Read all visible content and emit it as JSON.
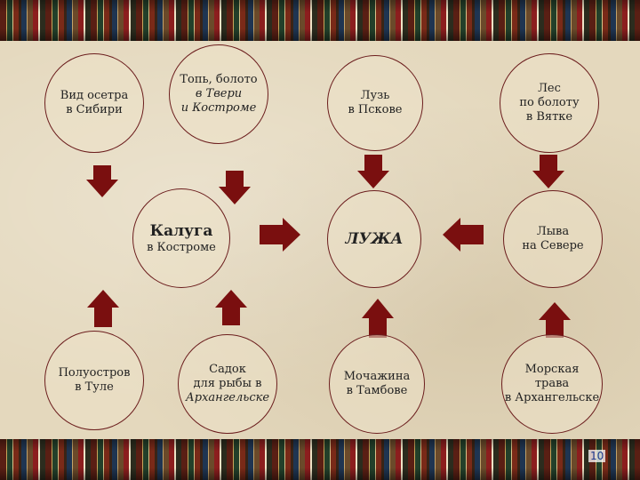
{
  "accent_color": "#7a0f0f",
  "nodes": {
    "vid_osetra": [
      "Вид осетра",
      "в Сибири"
    ],
    "top_boloto": [
      "Топь, болото",
      "в Твери",
      "и Костроме"
    ],
    "luz": [
      "Лузь",
      "в Пскове"
    ],
    "les": [
      "Лес",
      "по болоту",
      "в  Вятке"
    ],
    "kaluga": [
      "Калуга",
      "в Костроме"
    ],
    "luzha": [
      "ЛУЖА"
    ],
    "lyva": [
      "Лыва",
      "на Севере"
    ],
    "poluostrov": [
      "Полуостров",
      "в Туле"
    ],
    "sadok": [
      "Садок",
      "для рыбы в",
      "Архангельске"
    ],
    "mochazhina": [
      "Мочажина",
      "в Тамбове"
    ],
    "morskaya": [
      "Морская",
      "трава",
      "в Архангельске"
    ]
  },
  "page_number": "10"
}
